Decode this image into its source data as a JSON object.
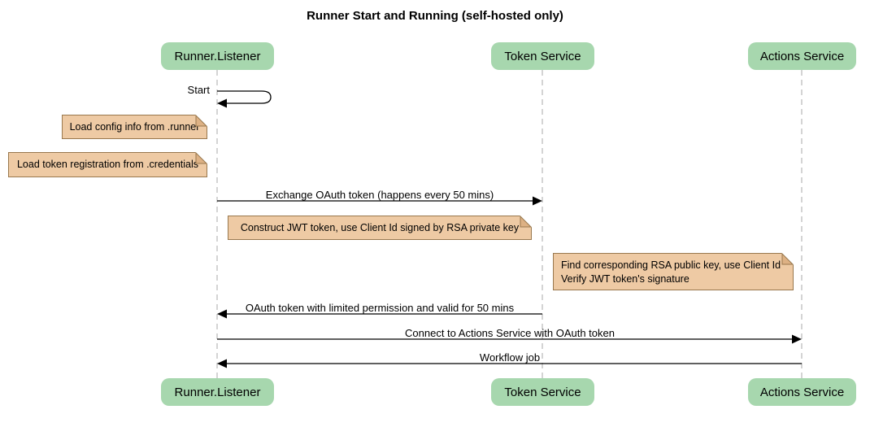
{
  "title": "Runner Start and Running (self-hosted only)",
  "participants": [
    {
      "label": "Runner.Listener"
    },
    {
      "label": "Token Service"
    },
    {
      "label": "Actions Service"
    }
  ],
  "messages": {
    "start": "Start",
    "exchange_oauth": "Exchange OAuth token (happens every 50 mins)",
    "oauth_return": "OAuth token with limited permission and valid for 50 mins",
    "connect": "Connect to Actions Service with OAuth token",
    "workflow_job": "Workflow job"
  },
  "notes": {
    "load_config": "Load config info from .runner",
    "load_credentials": "Load token registration from .credentials",
    "construct_jwt": "Construct JWT token, use Client Id signed by RSA private key",
    "verify_jwt_line1": "Find corresponding RSA public key, use Client Id",
    "verify_jwt_line2": "Verify JWT token's signature"
  },
  "colors": {
    "participant_fill": "#a7d7ae",
    "note_fill": "#eecaa4",
    "note_fold": "#ddb184",
    "note_border": "#99784e",
    "lifeline": "#a8a8a8",
    "arrow": "#000000",
    "text": "#000000"
  }
}
